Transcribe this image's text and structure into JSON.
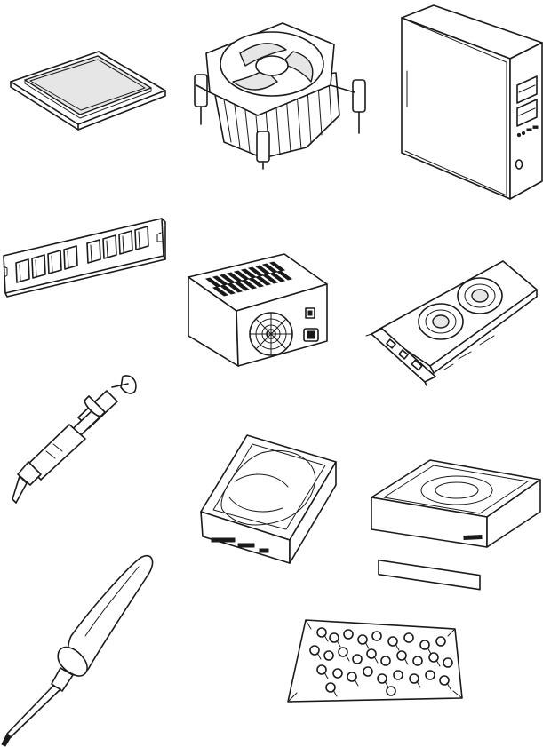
{
  "components": [
    {
      "id": "cpu",
      "icon": "cpu-icon"
    },
    {
      "id": "cpu-cooler",
      "icon": "cpu-cooler-icon"
    },
    {
      "id": "pc-case",
      "icon": "pc-case-icon"
    },
    {
      "id": "memory-module",
      "icon": "ram-module-icon"
    },
    {
      "id": "power-supply",
      "icon": "power-supply-icon"
    },
    {
      "id": "graphics-card",
      "icon": "graphics-card-icon"
    },
    {
      "id": "thermal-paste",
      "icon": "thermal-paste-syringe-icon"
    },
    {
      "id": "hard-disk-drive",
      "icon": "hard-disk-drive-icon"
    },
    {
      "id": "optical-drive",
      "icon": "optical-drive-icon"
    },
    {
      "id": "screwdriver",
      "icon": "phillips-screwdriver-icon"
    },
    {
      "id": "screw-bag",
      "icon": "screw-bag-icon"
    }
  ],
  "colors": {
    "line": "#1a1a1a",
    "fill_light": "#e6e6e6",
    "background": "#ffffff"
  }
}
